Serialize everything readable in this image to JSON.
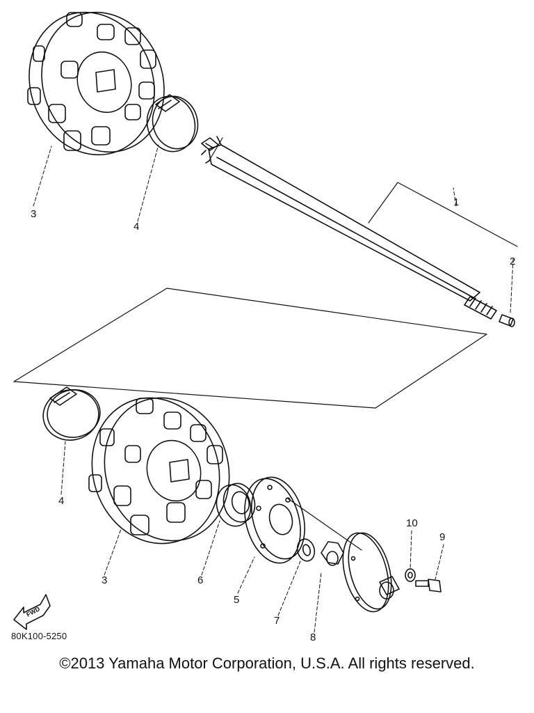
{
  "drawing_code": "80K100-5250",
  "copyright": "©2013 Yamaha Motor Corporation, U.S.A. All rights reserved.",
  "fwd_label": "FWD",
  "callouts": {
    "c1": "1",
    "c2": "2",
    "c3_top": "3",
    "c4_top": "4",
    "c4_bottom": "4",
    "c3_bottom": "3",
    "c6": "6",
    "c5": "5",
    "c7": "7",
    "c8": "8",
    "c10": "10",
    "c9": "9"
  }
}
